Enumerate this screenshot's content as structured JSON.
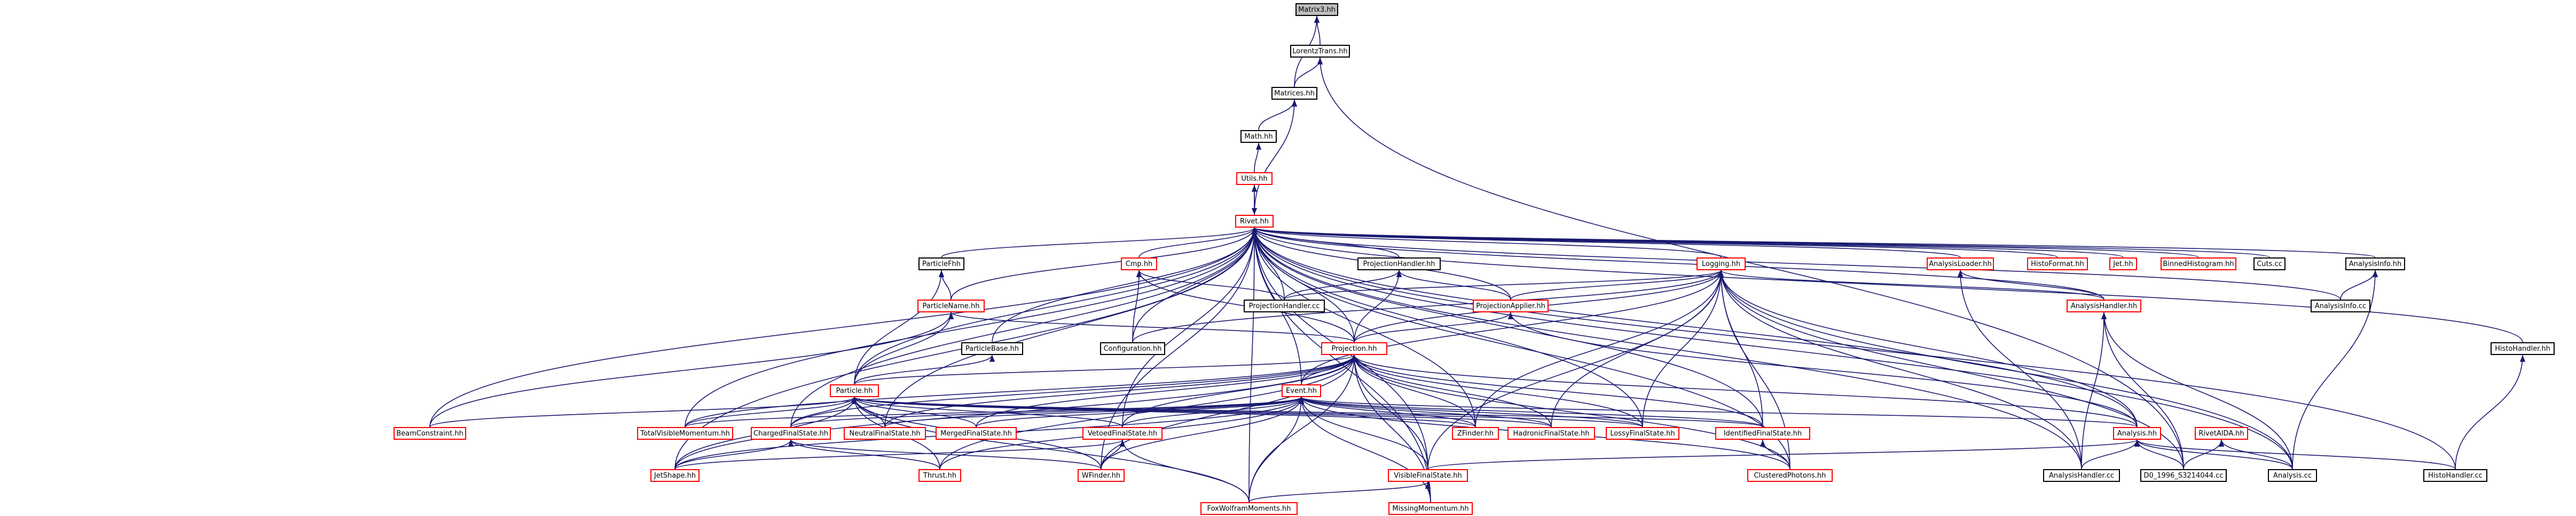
{
  "graph": {
    "root": "Matrix3.hh",
    "colors": {
      "node_border": "#000000",
      "missing_border": "#ff0000",
      "root_fill": "#bfbfbf",
      "edge": "#191970"
    },
    "nodes": [
      {
        "id": "matrix3",
        "label": "Matrix3.hh",
        "status": "root"
      },
      {
        "id": "lorentztrans",
        "label": "LorentzTrans.hh",
        "status": "normal"
      },
      {
        "id": "matrices",
        "label": "Matrices.hh",
        "status": "normal"
      },
      {
        "id": "math",
        "label": "Math.hh",
        "status": "normal"
      },
      {
        "id": "utils",
        "label": "Utils.hh",
        "status": "missing"
      },
      {
        "id": "rivet",
        "label": "Rivet.hh",
        "status": "missing"
      },
      {
        "id": "particlefhh",
        "label": "ParticleFhh",
        "status": "normal"
      },
      {
        "id": "cmp",
        "label": "Cmp.hh",
        "status": "missing"
      },
      {
        "id": "projectionhandler_hh",
        "label": "ProjectionHandler.hh",
        "status": "normal"
      },
      {
        "id": "logging",
        "label": "Logging.hh",
        "status": "missing"
      },
      {
        "id": "analysisloader",
        "label": "AnalysisLoader.hh",
        "status": "missing"
      },
      {
        "id": "histoformat",
        "label": "HistoFormat.hh",
        "status": "missing"
      },
      {
        "id": "jet",
        "label": "Jet.hh",
        "status": "missing"
      },
      {
        "id": "binnedhistogram",
        "label": "BinnedHistogram.hh",
        "status": "missing"
      },
      {
        "id": "cuts",
        "label": "Cuts.cc",
        "status": "normal"
      },
      {
        "id": "analysisinfo_hh",
        "label": "AnalysisInfo.hh",
        "status": "normal"
      },
      {
        "id": "particlename",
        "label": "ParticleName.hh",
        "status": "missing"
      },
      {
        "id": "projectionhandler_cc",
        "label": "ProjectionHandler.cc",
        "status": "normal"
      },
      {
        "id": "projectionapplier",
        "label": "ProjectionApplier.hh",
        "status": "missing"
      },
      {
        "id": "analysishandler_hh",
        "label": "AnalysisHandler.hh",
        "status": "missing"
      },
      {
        "id": "analysisinfo_cc",
        "label": "AnalysisInfo.cc",
        "status": "normal"
      },
      {
        "id": "particlebase",
        "label": "ParticleBase.hh",
        "status": "normal"
      },
      {
        "id": "configuration",
        "label": "Configuration.hh",
        "status": "normal"
      },
      {
        "id": "projection",
        "label": "Projection.hh",
        "status": "missing"
      },
      {
        "id": "histohandler_hh",
        "label": "HistoHandler.hh",
        "status": "normal"
      },
      {
        "id": "particle",
        "label": "Particle.hh",
        "status": "missing"
      },
      {
        "id": "event",
        "label": "Event.hh",
        "status": "missing"
      },
      {
        "id": "beamconstraint",
        "label": "BeamConstraint.hh",
        "status": "missing"
      },
      {
        "id": "totalvisiblemomentum",
        "label": "TotalVisibleMomentum.hh",
        "status": "missing"
      },
      {
        "id": "chargedfinalstate",
        "label": "ChargedFinalState.hh",
        "status": "missing"
      },
      {
        "id": "neutralfinalstate",
        "label": "NeutralFinalState.hh",
        "status": "missing"
      },
      {
        "id": "mergedfinalstate",
        "label": "MergedFinalState.hh",
        "status": "missing"
      },
      {
        "id": "vetoedfinalstate",
        "label": "VetoedFinalState.hh",
        "status": "missing"
      },
      {
        "id": "zfinder",
        "label": "ZFinder.hh",
        "status": "missing"
      },
      {
        "id": "hadronicfinalstate",
        "label": "HadronicFinalState.hh",
        "status": "missing"
      },
      {
        "id": "lossyfinalstate",
        "label": "LossyFinalState.hh",
        "status": "missing"
      },
      {
        "id": "identifiedfinalstate",
        "label": "IdentifiedFinalState.hh",
        "status": "missing"
      },
      {
        "id": "analysis_hh",
        "label": "Analysis.hh",
        "status": "missing"
      },
      {
        "id": "rivetaida",
        "label": "RivetAIDA.hh",
        "status": "missing"
      },
      {
        "id": "jetshape",
        "label": "JetShape.hh",
        "status": "missing"
      },
      {
        "id": "thrust",
        "label": "Thrust.hh",
        "status": "missing"
      },
      {
        "id": "wfinder",
        "label": "WFinder.hh",
        "status": "missing"
      },
      {
        "id": "visiblefinalstate",
        "label": "VisibleFinalState.hh",
        "status": "missing"
      },
      {
        "id": "clusteredphotons",
        "label": "ClusteredPhotons.hh",
        "status": "missing"
      },
      {
        "id": "analysishandler_cc",
        "label": "AnalysisHandler.cc",
        "status": "normal"
      },
      {
        "id": "d0",
        "label": "D0_1996_S3214044.cc",
        "status": "normal"
      },
      {
        "id": "analysis_cc",
        "label": "Analysis.cc",
        "status": "normal"
      },
      {
        "id": "histohandler_cc",
        "label": "HistoHandler.cc",
        "status": "normal"
      },
      {
        "id": "foxwolfram",
        "label": "FoxWolframMoments.hh",
        "status": "missing"
      },
      {
        "id": "missingmomentum",
        "label": "MissingMomentum.hh",
        "status": "missing"
      }
    ],
    "edges": [
      [
        "lorentztrans",
        "matrix3"
      ],
      [
        "matrices",
        "matrix3"
      ],
      [
        "matrices",
        "lorentztrans"
      ],
      [
        "math",
        "matrices"
      ],
      [
        "utils",
        "math"
      ],
      [
        "rivet",
        "utils"
      ],
      [
        "utils",
        "rivet"
      ],
      [
        "rivet",
        "matrices"
      ],
      [
        "particlefhh",
        "rivet"
      ],
      [
        "cmp",
        "rivet"
      ],
      [
        "projectionhandler_hh",
        "rivet"
      ],
      [
        "logging",
        "rivet"
      ],
      [
        "analysisloader",
        "rivet"
      ],
      [
        "histoformat",
        "rivet"
      ],
      [
        "jet",
        "rivet"
      ],
      [
        "binnedhistogram",
        "rivet"
      ],
      [
        "cuts",
        "rivet"
      ],
      [
        "analysisinfo_hh",
        "rivet"
      ],
      [
        "particlename",
        "rivet"
      ],
      [
        "projectionhandler_cc",
        "rivet"
      ],
      [
        "projectionapplier",
        "rivet"
      ],
      [
        "analysishandler_hh",
        "rivet"
      ],
      [
        "analysisinfo_cc",
        "rivet"
      ],
      [
        "particlebase",
        "rivet"
      ],
      [
        "configuration",
        "rivet"
      ],
      [
        "projection",
        "rivet"
      ],
      [
        "histohandler_hh",
        "rivet"
      ],
      [
        "particle",
        "rivet"
      ],
      [
        "event",
        "rivet"
      ],
      [
        "beamconstraint",
        "rivet"
      ],
      [
        "totalvisiblemomentum",
        "rivet"
      ],
      [
        "chargedfinalstate",
        "rivet"
      ],
      [
        "neutralfinalstate",
        "rivet"
      ],
      [
        "vetoedfinalstate",
        "rivet"
      ],
      [
        "zfinder",
        "rivet"
      ],
      [
        "lossyfinalstate",
        "rivet"
      ],
      [
        "identifiedfinalstate",
        "rivet"
      ],
      [
        "analysis_hh",
        "rivet"
      ],
      [
        "jetshape",
        "rivet"
      ],
      [
        "wfinder",
        "rivet"
      ],
      [
        "visiblefinalstate",
        "rivet"
      ],
      [
        "clusteredphotons",
        "rivet"
      ],
      [
        "analysishandler_cc",
        "rivet"
      ],
      [
        "analysis_cc",
        "rivet"
      ],
      [
        "histohandler_cc",
        "rivet"
      ],
      [
        "foxwolfram",
        "rivet"
      ],
      [
        "missingmomentum",
        "rivet"
      ],
      [
        "d0",
        "lorentztrans"
      ],
      [
        "particlename",
        "particlefhh"
      ],
      [
        "particle",
        "particlefhh"
      ],
      [
        "projectionhandler_cc",
        "projectionhandler_hh"
      ],
      [
        "projectionapplier",
        "projectionhandler_hh"
      ],
      [
        "projection",
        "projectionhandler_hh"
      ],
      [
        "projectionhandler_cc",
        "cmp"
      ],
      [
        "projection",
        "cmp"
      ],
      [
        "configuration",
        "cmp"
      ],
      [
        "projectionhandler_cc",
        "logging"
      ],
      [
        "projectionapplier",
        "logging"
      ],
      [
        "analysishandler_hh",
        "logging"
      ],
      [
        "projection",
        "logging"
      ],
      [
        "configuration",
        "logging"
      ],
      [
        "event",
        "logging"
      ],
      [
        "zfinder",
        "logging"
      ],
      [
        "hadronicfinalstate",
        "logging"
      ],
      [
        "lossyfinalstate",
        "logging"
      ],
      [
        "identifiedfinalstate",
        "logging"
      ],
      [
        "analysis_hh",
        "logging"
      ],
      [
        "visiblefinalstate",
        "logging"
      ],
      [
        "clusteredphotons",
        "logging"
      ],
      [
        "analysishandler_cc",
        "logging"
      ],
      [
        "d0",
        "logging"
      ],
      [
        "analysis_cc",
        "logging"
      ],
      [
        "analysishandler_hh",
        "analysisloader"
      ],
      [
        "analysishandler_cc",
        "analysisloader"
      ],
      [
        "analysisinfo_cc",
        "analysisinfo_hh"
      ],
      [
        "analysis_cc",
        "analysisinfo_hh"
      ],
      [
        "particle",
        "particlename"
      ],
      [
        "projection",
        "particlename"
      ],
      [
        "beamconstraint",
        "particlename"
      ],
      [
        "projection",
        "projectionapplier"
      ],
      [
        "analysis_hh",
        "projectionapplier"
      ],
      [
        "analysishandler_cc",
        "analysishandler_hh"
      ],
      [
        "d0",
        "analysishandler_hh"
      ],
      [
        "analysis_cc",
        "analysishandler_hh"
      ],
      [
        "histohandler_cc",
        "histohandler_hh"
      ],
      [
        "particle",
        "particlebase"
      ],
      [
        "event",
        "projection"
      ],
      [
        "particle",
        "projection"
      ],
      [
        "totalvisiblemomentum",
        "projection"
      ],
      [
        "chargedfinalstate",
        "projection"
      ],
      [
        "neutralfinalstate",
        "projection"
      ],
      [
        "mergedfinalstate",
        "projection"
      ],
      [
        "vetoedfinalstate",
        "projection"
      ],
      [
        "zfinder",
        "projection"
      ],
      [
        "hadronicfinalstate",
        "projection"
      ],
      [
        "lossyfinalstate",
        "projection"
      ],
      [
        "identifiedfinalstate",
        "projection"
      ],
      [
        "analysis_hh",
        "projection"
      ],
      [
        "jetshape",
        "projection"
      ],
      [
        "thrust",
        "projection"
      ],
      [
        "wfinder",
        "projection"
      ],
      [
        "visiblefinalstate",
        "projection"
      ],
      [
        "clusteredphotons",
        "projection"
      ],
      [
        "foxwolfram",
        "projection"
      ],
      [
        "missingmomentum",
        "projection"
      ],
      [
        "beamconstraint",
        "particle"
      ],
      [
        "totalvisiblemomentum",
        "particle"
      ],
      [
        "chargedfinalstate",
        "particle"
      ],
      [
        "neutralfinalstate",
        "particle"
      ],
      [
        "mergedfinalstate",
        "particle"
      ],
      [
        "vetoedfinalstate",
        "particle"
      ],
      [
        "zfinder",
        "particle"
      ],
      [
        "hadronicfinalstate",
        "particle"
      ],
      [
        "lossyfinalstate",
        "particle"
      ],
      [
        "identifiedfinalstate",
        "particle"
      ],
      [
        "jetshape",
        "particle"
      ],
      [
        "thrust",
        "particle"
      ],
      [
        "wfinder",
        "particle"
      ],
      [
        "foxwolfram",
        "particle"
      ],
      [
        "totalvisiblemomentum",
        "event"
      ],
      [
        "chargedfinalstate",
        "event"
      ],
      [
        "neutralfinalstate",
        "event"
      ],
      [
        "mergedfinalstate",
        "event"
      ],
      [
        "vetoedfinalstate",
        "event"
      ],
      [
        "zfinder",
        "event"
      ],
      [
        "hadronicfinalstate",
        "event"
      ],
      [
        "lossyfinalstate",
        "event"
      ],
      [
        "identifiedfinalstate",
        "event"
      ],
      [
        "analysis_hh",
        "event"
      ],
      [
        "jetshape",
        "event"
      ],
      [
        "thrust",
        "event"
      ],
      [
        "wfinder",
        "event"
      ],
      [
        "visiblefinalstate",
        "event"
      ],
      [
        "clusteredphotons",
        "event"
      ],
      [
        "foxwolfram",
        "event"
      ],
      [
        "missingmomentum",
        "event"
      ],
      [
        "jetshape",
        "vetoedfinalstate"
      ],
      [
        "wfinder",
        "vetoedfinalstate"
      ],
      [
        "foxwolfram",
        "vetoedfinalstate"
      ],
      [
        "clusteredphotons",
        "identifiedfinalstate"
      ],
      [
        "wfinder",
        "chargedfinalstate"
      ],
      [
        "jetshape",
        "chargedfinalstate"
      ],
      [
        "thrust",
        "chargedfinalstate"
      ],
      [
        "foxwolfram",
        "visiblefinalstate"
      ],
      [
        "missingmomentum",
        "visiblefinalstate"
      ],
      [
        "analysishandler_cc",
        "analysis_hh"
      ],
      [
        "d0",
        "analysis_hh"
      ],
      [
        "analysis_cc",
        "analysis_hh"
      ],
      [
        "histohandler_cc",
        "analysis_hh"
      ],
      [
        "d0",
        "rivetaida"
      ],
      [
        "analysis_cc",
        "rivetaida"
      ],
      [
        "visiblefinalstate",
        "analysis_hh"
      ]
    ]
  }
}
